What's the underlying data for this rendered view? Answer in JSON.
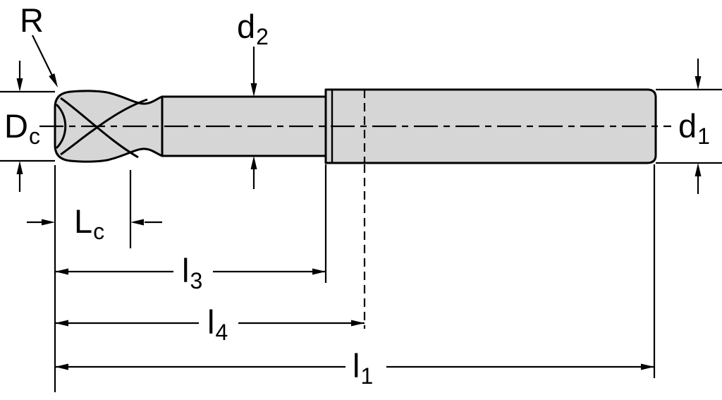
{
  "drawing": {
    "description": "Technical dimension drawing of an end mill cutter (side view)",
    "background_color": "#ffffff",
    "line_color": "#000000",
    "fill_color": "#d6d6d6",
    "labels": {
      "R": {
        "main": "R",
        "sub": ""
      },
      "d2": {
        "main": "d",
        "sub": "2"
      },
      "Dc": {
        "main": "D",
        "sub": "c"
      },
      "d1": {
        "main": "d",
        "sub": "1"
      },
      "Lc": {
        "main": "L",
        "sub": "c"
      },
      "l3": {
        "main": "l",
        "sub": "3"
      },
      "l4": {
        "main": "l",
        "sub": "4"
      },
      "l1": {
        "main": "l",
        "sub": "1"
      }
    }
  }
}
